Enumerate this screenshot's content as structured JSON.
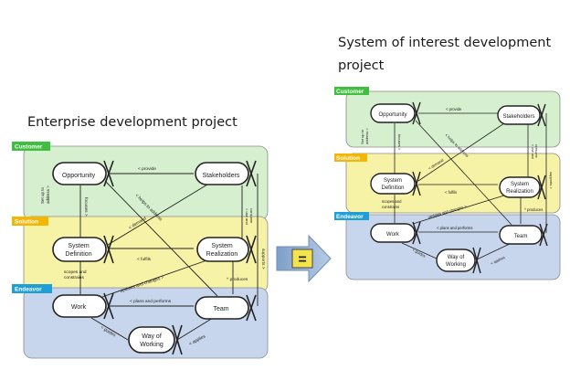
{
  "left": {
    "title": "Enterprise development project",
    "areas": {
      "customer": "Customer",
      "solution": "Solution",
      "endeavor": "Endeavor"
    },
    "alphas": {
      "opportunity": [
        "Opportunity"
      ],
      "stakeholders": [
        "Stakeholders"
      ],
      "system_definition": [
        "System",
        "Definition"
      ],
      "system_realization": [
        "System",
        "Realization"
      ],
      "work": [
        "Work"
      ],
      "team": [
        "Team"
      ],
      "way_of_working": [
        "Way of",
        "Working"
      ]
    },
    "relations": {
      "provide": "< provide",
      "set_up_to_address": [
        "Set up to",
        "address >"
      ],
      "focuses": "focuses >",
      "demand": "< demand",
      "helps_to_address": "< helps to address",
      "produces": "^ produces",
      "supports": "supports >",
      "use_and_consume": [
        "< use and",
        "consume"
      ],
      "fulfils": "< fulfils",
      "scopes_and_constrains": [
        "scopes and",
        "constrains"
      ],
      "updates_and_changes": "updates and changes >",
      "plans_and_performs": "< plans and performs",
      "guides": "< guides",
      "applies": "< applies"
    }
  },
  "right": {
    "title": [
      "System of interest development",
      "project"
    ],
    "areas": {
      "customer": "Customer",
      "solution": "Solution",
      "endeavor": "Endeavor"
    },
    "alphas": {
      "opportunity": [
        "Opportunity"
      ],
      "stakeholders": [
        "Stakeholders"
      ],
      "system_definition": [
        "System",
        "Definition"
      ],
      "system_realization": [
        "System",
        "Realization"
      ],
      "work": [
        "Work"
      ],
      "team": [
        "Team"
      ],
      "way_of_working": [
        "Way of",
        "Working"
      ]
    },
    "relations": {
      "provide": "< provide",
      "set_up_to_address": [
        "Set up to",
        "address >"
      ],
      "focuses": "focuses >",
      "demand": "< demand",
      "helps_to_address": "< helps to address",
      "produces": "^ produces",
      "supports": "supports >",
      "use_and_consume": [
        "< use and",
        "consume"
      ],
      "fulfils": "< fulfils",
      "scopes_and_constrains": [
        "scopes and",
        "constrains"
      ],
      "updates_and_changes": "updates and changes >",
      "plans_and_performs": "< plans and performs",
      "guides": "< guides",
      "applies": "< applies"
    }
  },
  "equals_sign": "=",
  "colors": {
    "customer_fill": "#d6f0cf",
    "customer_tag": "#3fbf3f",
    "solution_fill": "#f7f3a6",
    "solution_tag": "#f2b705",
    "endeavor_fill": "#c7d6ec",
    "endeavor_tag": "#1f9fd8",
    "arrow_fill": "#98b2d4"
  }
}
